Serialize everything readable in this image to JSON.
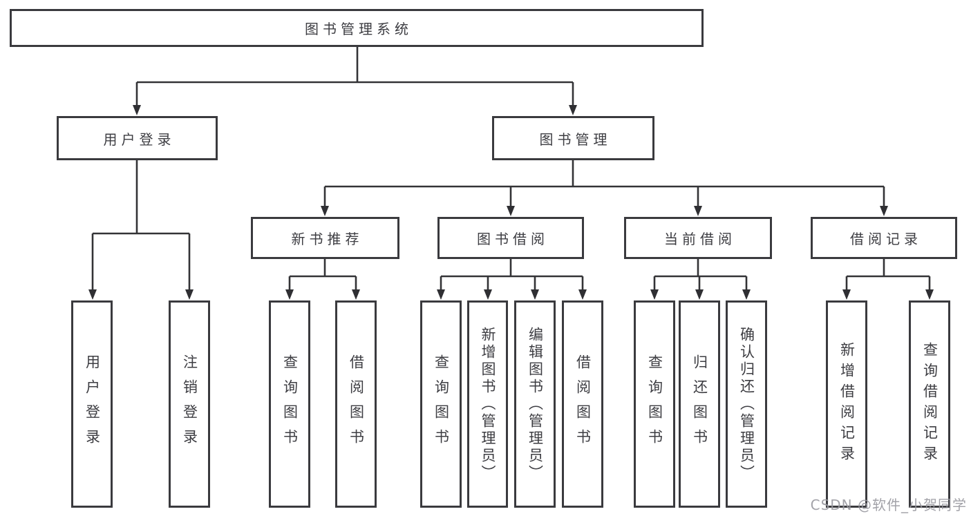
{
  "diagram": {
    "root": {
      "label": "图书管理系统"
    },
    "branches": [
      {
        "label": "用户登录"
      },
      {
        "label": "图书管理"
      }
    ],
    "modules": [
      {
        "label": "新书推荐"
      },
      {
        "label": "图书借阅"
      },
      {
        "label": "当前借阅"
      },
      {
        "label": "借阅记录"
      }
    ],
    "leaves": {
      "user_login": [
        {
          "label": "用户登录"
        },
        {
          "label": "注销登录"
        }
      ],
      "new_book": [
        {
          "label": "查询图书"
        },
        {
          "label": "借阅图书"
        }
      ],
      "book_borrow": [
        {
          "label": "查询图书"
        },
        {
          "label": "新增图书（管理员）"
        },
        {
          "label": "编辑图书（管理员）"
        },
        {
          "label": "借阅图书"
        }
      ],
      "current_borrow": [
        {
          "label": "查询图书"
        },
        {
          "label": "归还图书"
        },
        {
          "label": "确认归还（管理员）"
        }
      ],
      "borrow_records": [
        {
          "label": "新增借阅记录"
        },
        {
          "label": "查询借阅记录"
        }
      ]
    }
  },
  "watermark": {
    "text": "CSDN @软件_小贺同学"
  },
  "colors": {
    "line": "#333336",
    "box_border": "#3a3a3e",
    "text": "#3d3d42",
    "watermark": "#98989e",
    "background": "#ffffff"
  }
}
